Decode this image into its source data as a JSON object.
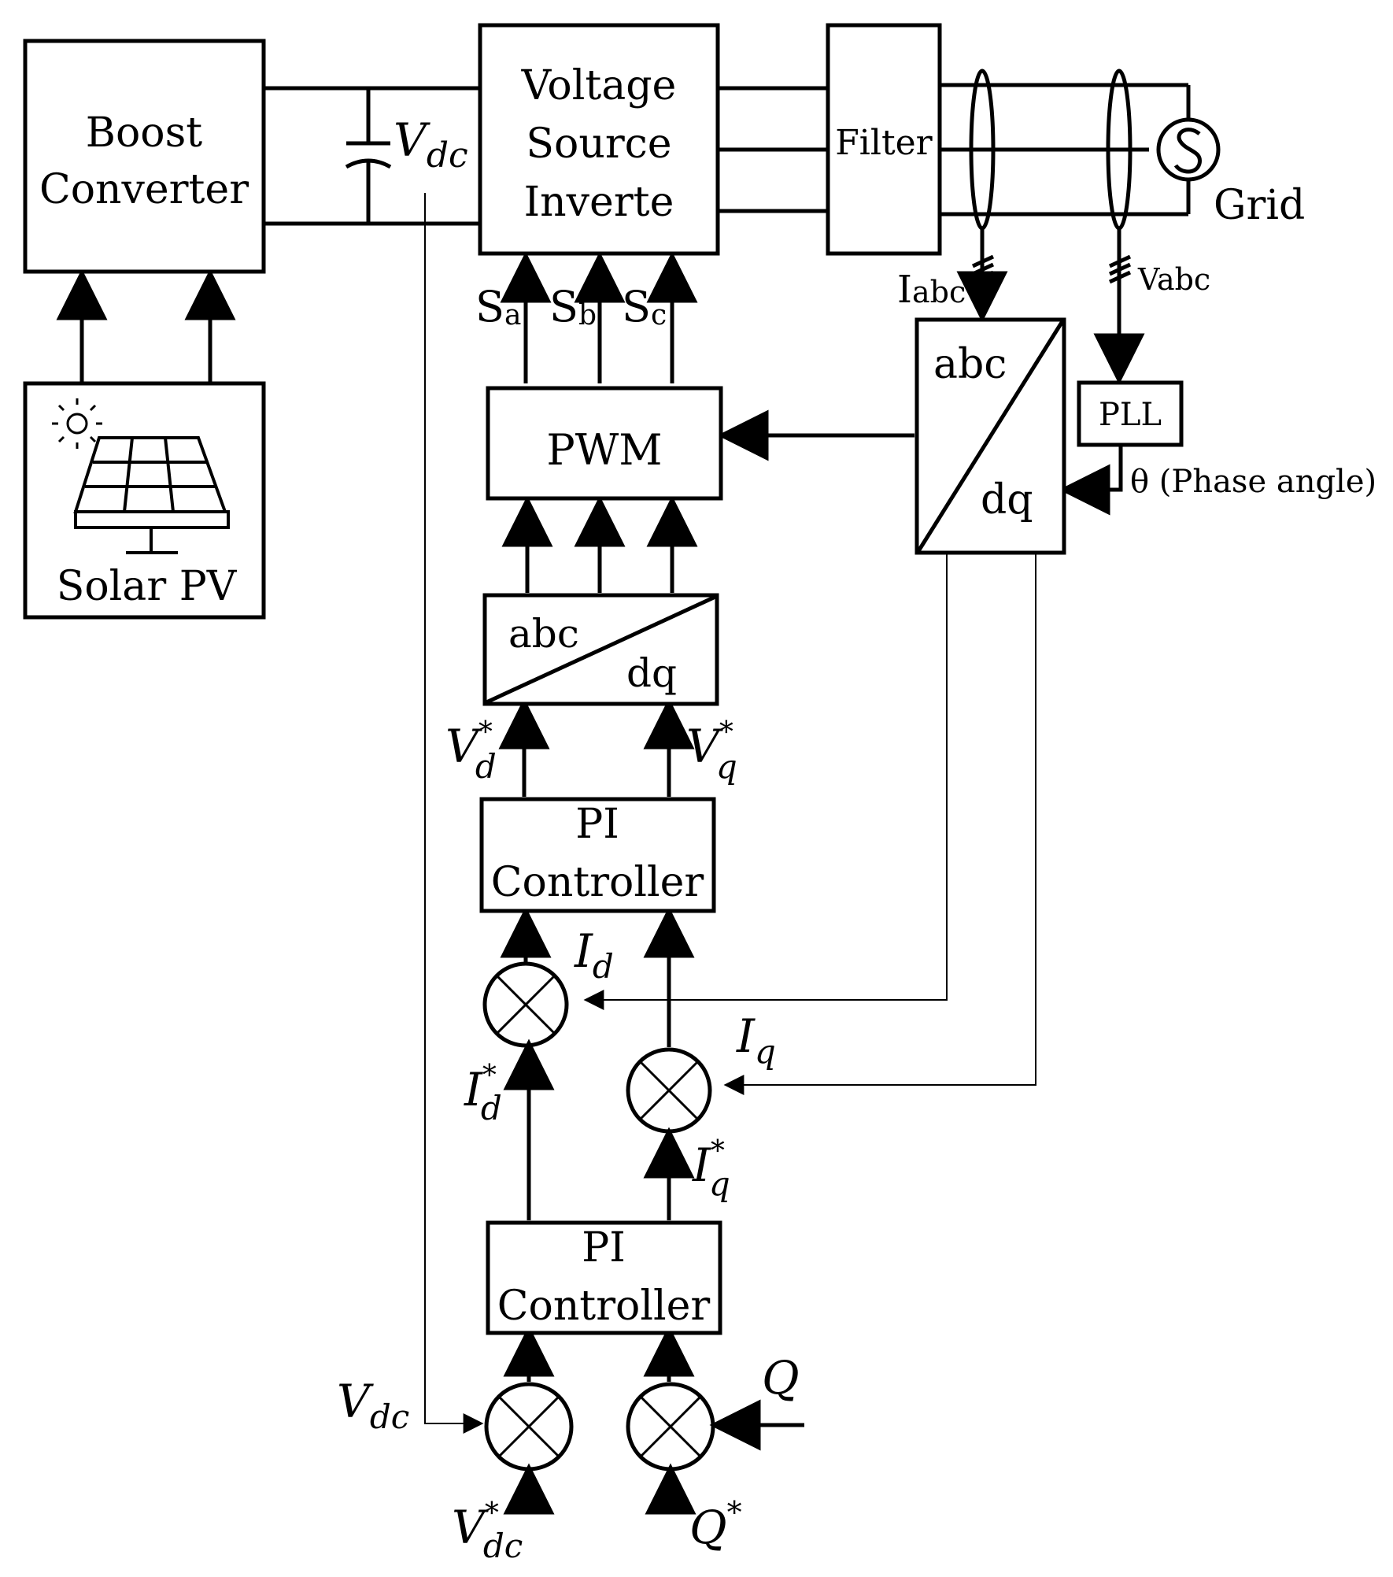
{
  "blocks": {
    "boost": [
      "Boost",
      "Converter"
    ],
    "vsi": [
      "Voltage",
      "Source",
      "Inverte"
    ],
    "filter": "Filter",
    "grid": "Grid",
    "solar": "Solar PV",
    "pwm": "PWM",
    "pll": "PLL",
    "abc_dq_top": {
      "top": "abc",
      "bottom": "dq"
    },
    "abc_dq_mid": {
      "top": "abc",
      "bottom": "dq"
    },
    "pi_upper": [
      "PI",
      "Controller"
    ],
    "pi_lower": [
      "PI",
      "Controller"
    ]
  },
  "labels": {
    "vdc_main": {
      "base": "V",
      "sub": "dc"
    },
    "sa": {
      "base": "S",
      "sub": "a"
    },
    "sb": {
      "base": "S",
      "sub": "b"
    },
    "sc": {
      "base": "S",
      "sub": "c"
    },
    "iabc": {
      "base": "I",
      "sub": "abc"
    },
    "vabc": "Vabc",
    "theta": "θ (Phase angle)",
    "vd_star": {
      "base": "V",
      "sup": "*",
      "sub": "d"
    },
    "vq_star": {
      "base": "V",
      "sup": "*",
      "sub": "q"
    },
    "id": {
      "base": "I",
      "sub": "d"
    },
    "iq": {
      "base": "I",
      "sub": "q"
    },
    "id_star": {
      "base": "I",
      "sup": "*",
      "sub": "d"
    },
    "iq_star": {
      "base": "I",
      "sup": "*",
      "sub": "q"
    },
    "vdc_fb": {
      "base": "V",
      "sub": "dc"
    },
    "vdc_star": {
      "base": "V",
      "sup": "*",
      "sub": "dc"
    },
    "q": "Q",
    "q_star": {
      "base": "Q",
      "sup": "*"
    }
  }
}
